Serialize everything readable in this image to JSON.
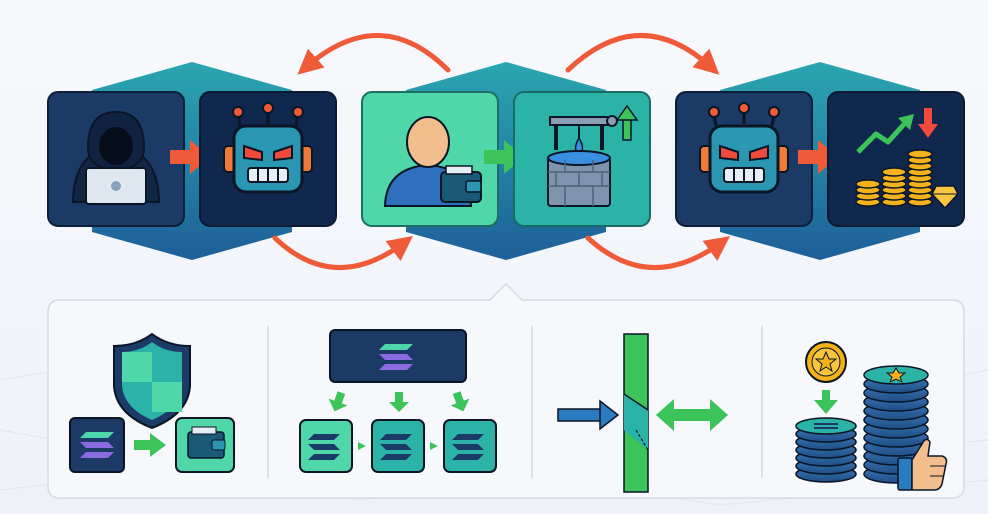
{
  "colors": {
    "navy": "#1b3a66",
    "dark_navy": "#10284d",
    "teal": "#2bb3a8",
    "mint": "#4fd6a9",
    "hex_band": "#2a93a8",
    "orange_arrow": "#ef5a38",
    "green_arrow": "#3cc35a",
    "blue_arrow": "#2a7bc0",
    "gold": "#f2b21c",
    "panel_bg": "#f4f7fa",
    "panel_border": "#d3dbe4"
  },
  "top_flow": {
    "stages": [
      {
        "name": "attacker-stage",
        "tiles": [
          {
            "name": "hacker-tile",
            "icon": "hooded-hacker-laptop-icon",
            "bg": "#1b3a66"
          },
          {
            "name": "malicious-bot-tile",
            "icon": "angry-robot-icon",
            "bg": "#10284d"
          }
        ]
      },
      {
        "name": "victim-stage",
        "tiles": [
          {
            "name": "user-wallet-tile",
            "icon": "user-with-wallet-icon",
            "bg": "#4fd6a9"
          },
          {
            "name": "liquidity-pool-tile",
            "icon": "wishing-well-pool-icon",
            "bg": "#2bb3a8"
          }
        ]
      },
      {
        "name": "profit-stage",
        "tiles": [
          {
            "name": "second-bot-tile",
            "icon": "angry-robot-icon",
            "bg": "#1b3a66"
          },
          {
            "name": "profit-tile",
            "icon": "coins-gem-profit-icon",
            "bg": "#10284d"
          }
        ]
      }
    ],
    "connectors": [
      "arrow-right-icon",
      "arrow-right-icon",
      "arrow-right-icon"
    ],
    "curved_arrows": [
      "curved-arrow-back-icon",
      "curved-arrow-forward-icon",
      "curved-arrow-bottom-icon",
      "curved-arrow-bottom-icon"
    ]
  },
  "bottom_panel": {
    "sections": [
      {
        "name": "protected-transfer-section",
        "icons": [
          "shield-icon",
          "token-icon",
          "arrow-right-icon",
          "wallet-icon"
        ]
      },
      {
        "name": "split-routing-section",
        "icons": [
          "token-icon",
          "down-arrow-icon",
          "token-icon",
          "token-icon",
          "token-icon"
        ]
      },
      {
        "name": "slippage-gate-section",
        "icons": [
          "arrow-right-icon",
          "gate-bar-icon",
          "double-arrow-icon"
        ]
      },
      {
        "name": "staking-rewards-section",
        "icons": [
          "star-coin-icon",
          "down-arrow-icon",
          "coin-stack-icon",
          "thumbs-up-icon"
        ]
      }
    ]
  }
}
